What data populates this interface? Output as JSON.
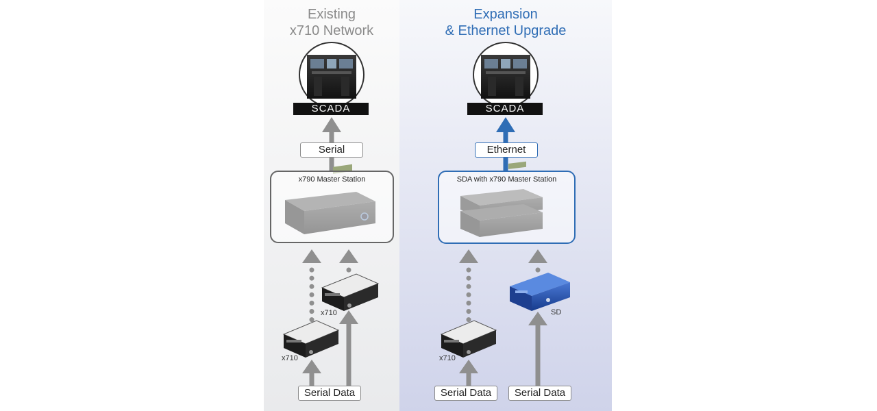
{
  "left": {
    "title_line1": "Existing",
    "title_line2": "x710 Network",
    "scada_label": "SCADA",
    "link_label": "Serial",
    "station_label": "x790 Master Station",
    "device_labels": [
      "x710",
      "x710"
    ],
    "input_labels": [
      "Serial Data"
    ]
  },
  "right": {
    "title_line1": "Expansion",
    "title_line2": "& Ethernet Upgrade",
    "scada_label": "SCADA",
    "link_label": "Ethernet",
    "station_label": "SDA with x790 Master Station",
    "device_labels": [
      "x710",
      "SD"
    ],
    "input_labels": [
      "Serial Data",
      "Serial Data"
    ]
  },
  "colors": {
    "gray_arrow": "#8f8f8f",
    "blue_accent": "#2f6db5",
    "right_title": "#2f6db5",
    "left_title": "#8a8a8a"
  },
  "icons": [
    "scada-console-icon",
    "master-station-radio-icon",
    "x710-radio-icon",
    "sd-radio-icon"
  ]
}
